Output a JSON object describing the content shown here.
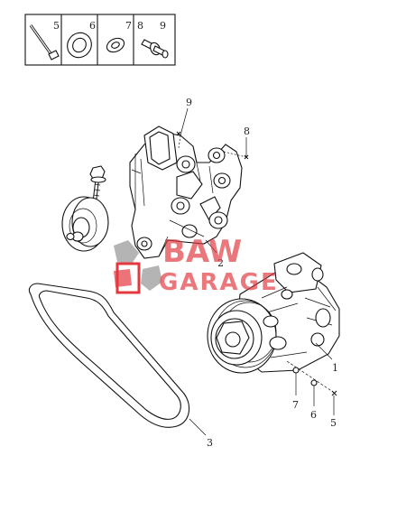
{
  "legend": {
    "cells": [
      {
        "number": "5"
      },
      {
        "number": "6"
      },
      {
        "number": "7"
      },
      {
        "number": "8"
      },
      {
        "number": "9"
      }
    ]
  },
  "callouts": {
    "c1": "1",
    "c2": "2",
    "c3": "3",
    "c5": "5",
    "c6": "6",
    "c7": "7",
    "c8": "8",
    "c9": "9"
  },
  "watermark": {
    "line1": "BAW",
    "line2": "GARAGE",
    "color": "#e0383e",
    "icon_color": "#8a8a8a",
    "highlight_color": "#e0161e"
  }
}
